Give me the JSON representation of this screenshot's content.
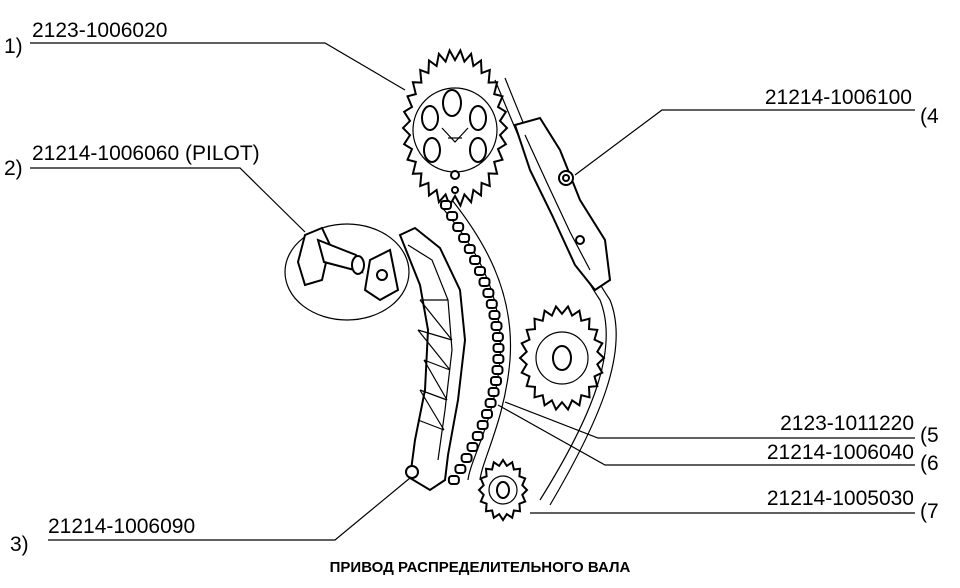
{
  "callouts": [
    {
      "index": "1)",
      "part_number": "2123-1006020"
    },
    {
      "index": "2)",
      "part_number": "21214-1006060 (PILOT)"
    },
    {
      "index": "3)",
      "part_number": "21214-1006090"
    },
    {
      "index": "(4",
      "part_number": "21214-1006100"
    },
    {
      "index": "(5",
      "part_number": "2123-1011220"
    },
    {
      "index": "(6",
      "part_number": "21214-1006040"
    },
    {
      "index": "(7",
      "part_number": "21214-1005030"
    }
  ],
  "caption": "ПРИВОД РАСПРЕДЕЛИТЕЛЬНОГО ВАЛА"
}
